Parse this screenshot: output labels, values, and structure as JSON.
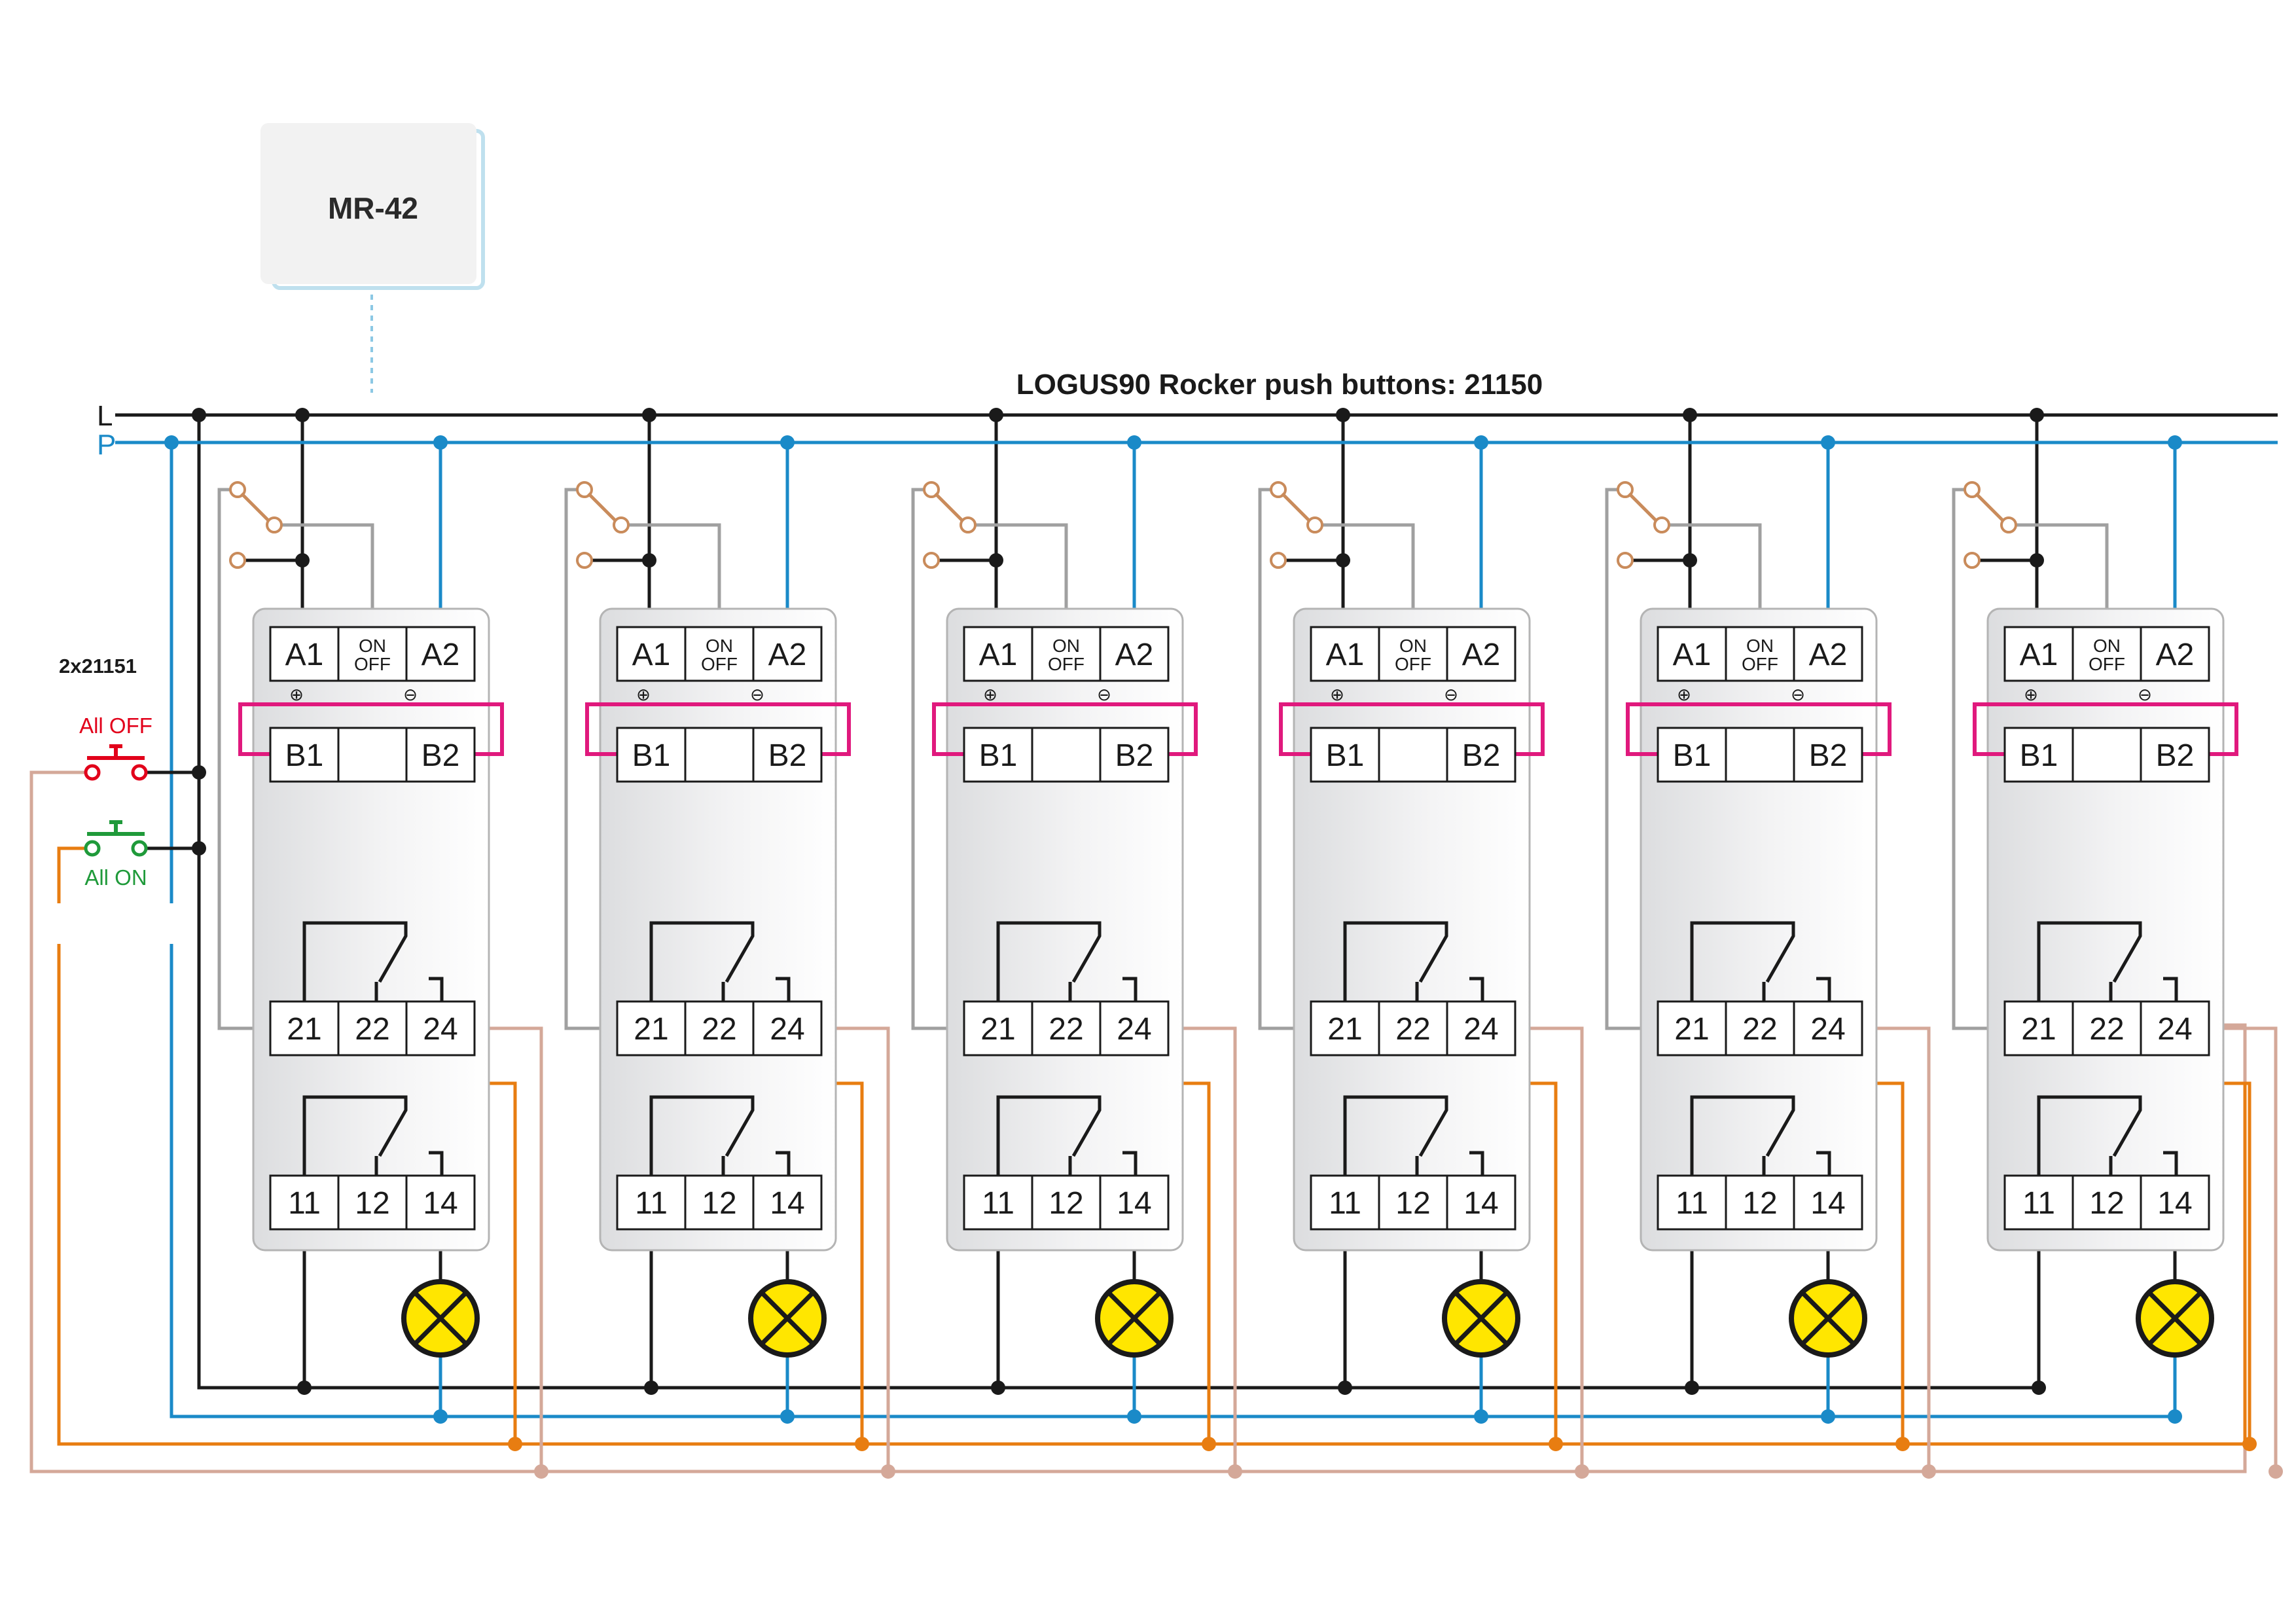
{
  "controller": {
    "label": "MR-42"
  },
  "title": "LOGUS90 Rocker push buttons: 21150",
  "bus": {
    "line": "L",
    "neutral": "P"
  },
  "buttons": {
    "group_label": "2x21151",
    "all_off": "All OFF",
    "all_on": "All ON"
  },
  "module": {
    "terminals_a": [
      "A1",
      "ON OFF",
      "A2"
    ],
    "terminals_b": [
      "B1",
      "",
      "B2"
    ],
    "contacts_2": [
      "21",
      "22",
      "24"
    ],
    "contacts_1": [
      "11",
      "12",
      "14"
    ]
  },
  "module_count": 6,
  "colors": {
    "line": "#1a1a1a",
    "neutral": "#1a8ac8",
    "all_off": "#e2001a",
    "all_on": "#1f9a3a",
    "orange_wire": "#e87d11",
    "tan_wire": "#d4a899",
    "switch_wire": "#a0a0a0",
    "magenta_bridge": "#e0197d",
    "lamp_fill": "#ffe600",
    "rocker_switch": "#c98b5b",
    "controller_border": "#bfe0ee"
  }
}
